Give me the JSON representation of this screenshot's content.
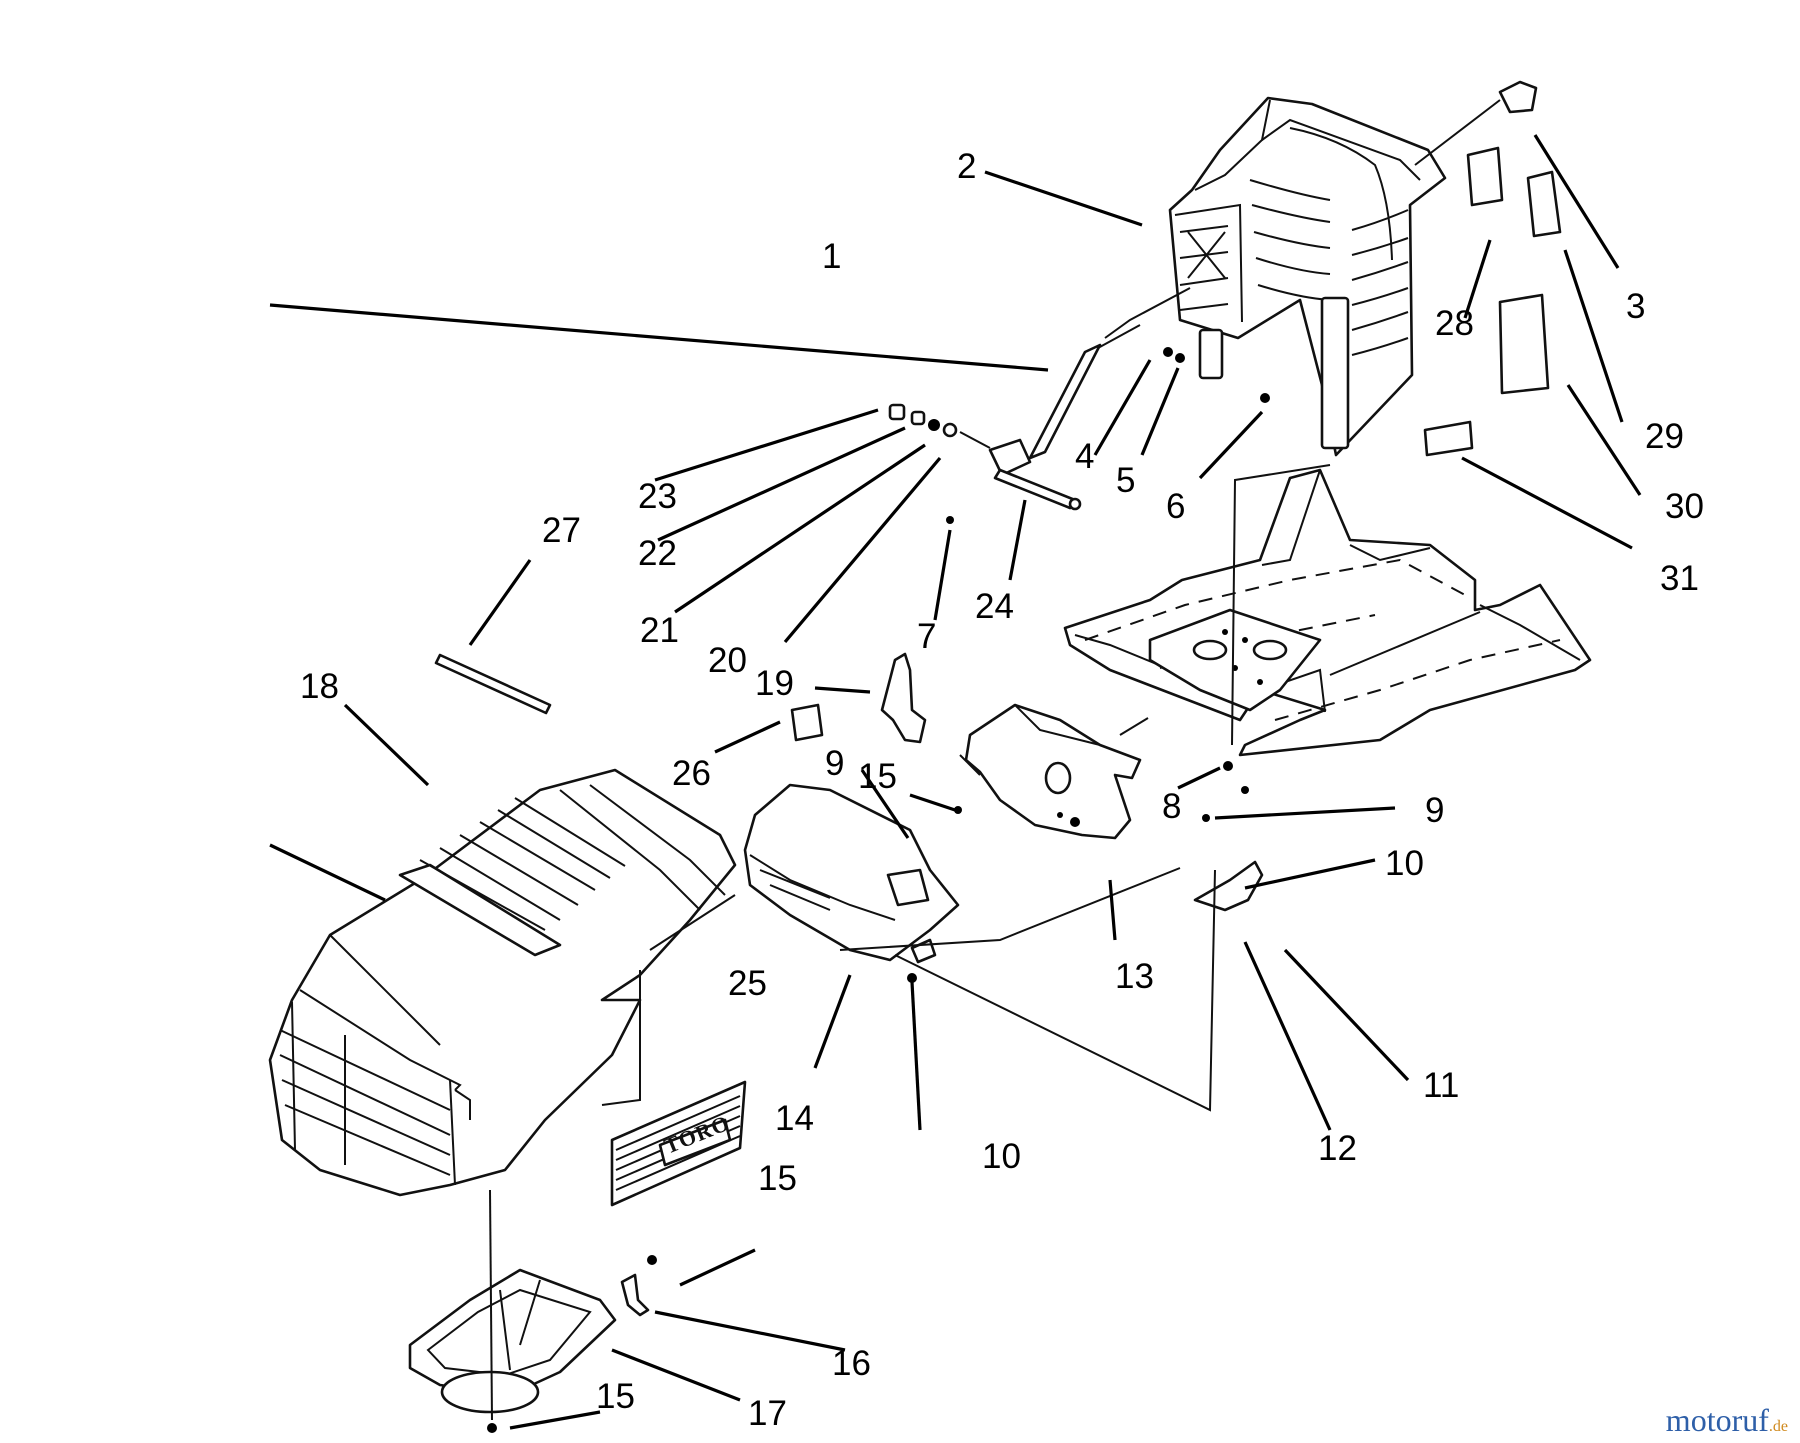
{
  "diagram": {
    "callouts": [
      "1",
      "2",
      "3",
      "4",
      "5",
      "6",
      "7",
      "8",
      "9",
      "9",
      "10",
      "10",
      "11",
      "12",
      "13",
      "14",
      "15",
      "15",
      "15",
      "16",
      "17",
      "18",
      "19",
      "20",
      "21",
      "22",
      "23",
      "24",
      "25",
      "26",
      "27",
      "28",
      "29",
      "30",
      "31"
    ],
    "logo_text": "TORO"
  },
  "watermark": {
    "main": "motoruf",
    "tld": ".de",
    "color_main": "#2e5fa8",
    "color_tld": "#d08a1f"
  }
}
